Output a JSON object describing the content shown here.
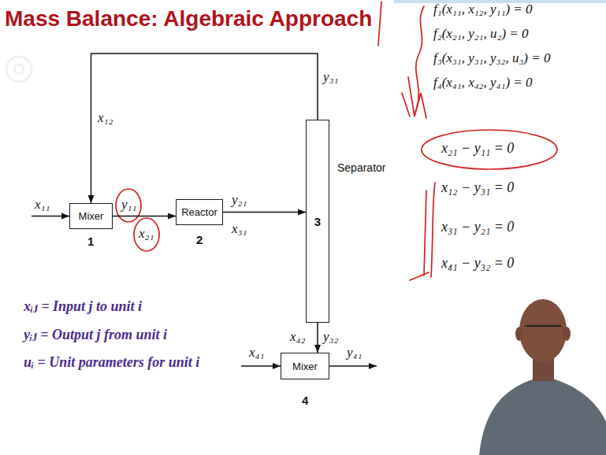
{
  "diagram": {
    "title": "Mass Balance: Algebraic Approach",
    "nodes": [
      {
        "text": [
          "Mixer"
        ]
      },
      {
        "text": [
          "Reactor"
        ]
      },
      {
        "text": [
          "3"
        ]
      },
      {
        "text": [
          "Mixer"
        ]
      }
    ],
    "edges": [
      {
        "from": 0,
        "to": 1,
        "arrow": "to"
      },
      {
        "from": 1,
        "to": 2,
        "arrow": "to"
      },
      {
        "from": 2,
        "to": 0,
        "arrow": "to"
      },
      {
        "from": 2,
        "to": 3,
        "arrow": "to"
      }
    ],
    "labels": [
      "x₁₁",
      "x₁₂",
      "y₁₁",
      "x₂₁",
      "y₂₁",
      "x₃₁",
      "y₃₁",
      "x₄₂",
      "y₃₂",
      "x₄₁",
      "y₄₁",
      "1",
      "2",
      "Separator",
      "4",
      "xᵢⱼ = Input j to unit i",
      "yᵢⱼ = Output j from unit i",
      "uᵢ = Unit parameters for unit i",
      "f₁(x₁₁, x₁₂, y₁₁) = 0",
      "f₂(x₂₁, y₂₁, u₂) = 0",
      "f₃(x₃₁, y₃₁, y₃₂, u₃) = 0",
      "f₄(x₄₁, x₄₂, y₄₁) = 0",
      "x₂₁ − y₁₁ = 0",
      "x₁₂ − y₃₁ = 0",
      "x₃₁ − y₂₁ = 0",
      "x₄₁ − y₃₂ = 0"
    ]
  }
}
